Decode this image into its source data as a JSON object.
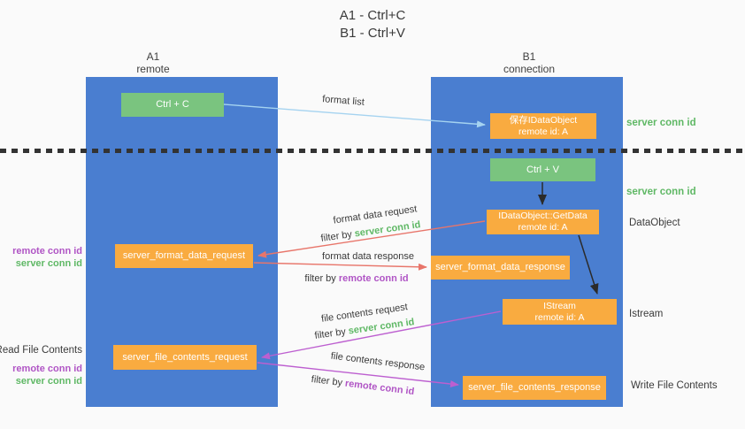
{
  "title": {
    "line1": "A1 - Ctrl+C",
    "line2": "B1 - Ctrl+V"
  },
  "columns": {
    "left": {
      "id": "A1",
      "role": "remote"
    },
    "right": {
      "id": "B1",
      "role": "connection"
    }
  },
  "boxes": {
    "ctrl_c": {
      "label": "Ctrl + C"
    },
    "save_dataobject": {
      "line1": "保存IDataObject",
      "line2": "remote id: A"
    },
    "ctrl_v": {
      "label": "Ctrl + V"
    },
    "getdata": {
      "line1": "IDataObject::GetData",
      "line2": "remote id: A"
    },
    "format_request": {
      "label": "server_format_data_request"
    },
    "format_response": {
      "label": "server_format_data_response"
    },
    "istream": {
      "line1": "IStream",
      "line2": "remote id: A"
    },
    "file_request": {
      "label": "server_file_contents_request"
    },
    "file_response": {
      "label": "server_file_contents_response"
    }
  },
  "arrows": {
    "format_list": {
      "label": "format list"
    },
    "format_data_request": {
      "label": "format data request",
      "filter_prefix": "filter by",
      "filter_key": "server conn id"
    },
    "format_data_response": {
      "label": "format data response",
      "filter_prefix": "filter by",
      "filter_key": "remote conn id"
    },
    "file_contents_request": {
      "label": "file contents request",
      "filter_prefix": "filter by",
      "filter_key": "server conn id"
    },
    "file_contents_response": {
      "label": "file contents response",
      "filter_prefix": "filter by",
      "filter_key": "remote conn id"
    }
  },
  "side_labels": {
    "server_conn_id_save": "server conn id",
    "server_conn_id_ctrl_v": "server conn id",
    "dataobject": "DataObject",
    "istream": "Istream",
    "write_file_contents": "Write File Contents",
    "read_file_contents": "Read File Contents",
    "format_remote_conn_id": "remote conn id",
    "format_server_conn_id": "server conn id",
    "file_remote_conn_id": "remote conn id",
    "file_server_conn_id": "server conn id"
  },
  "colors": {
    "background": "#fafafa",
    "column_blue": "#4a7ed0",
    "box_green": "#7ac47f",
    "box_orange": "#f9ab40",
    "arrow_red": "#e8756a",
    "arrow_purple": "#bd5fd0",
    "arrow_light_blue": "#a5d3f0",
    "arrow_black": "#2b2b2b",
    "label_green": "#5fb865",
    "label_purple": "#b055c5",
    "text_dark": "#3a3a3a"
  }
}
